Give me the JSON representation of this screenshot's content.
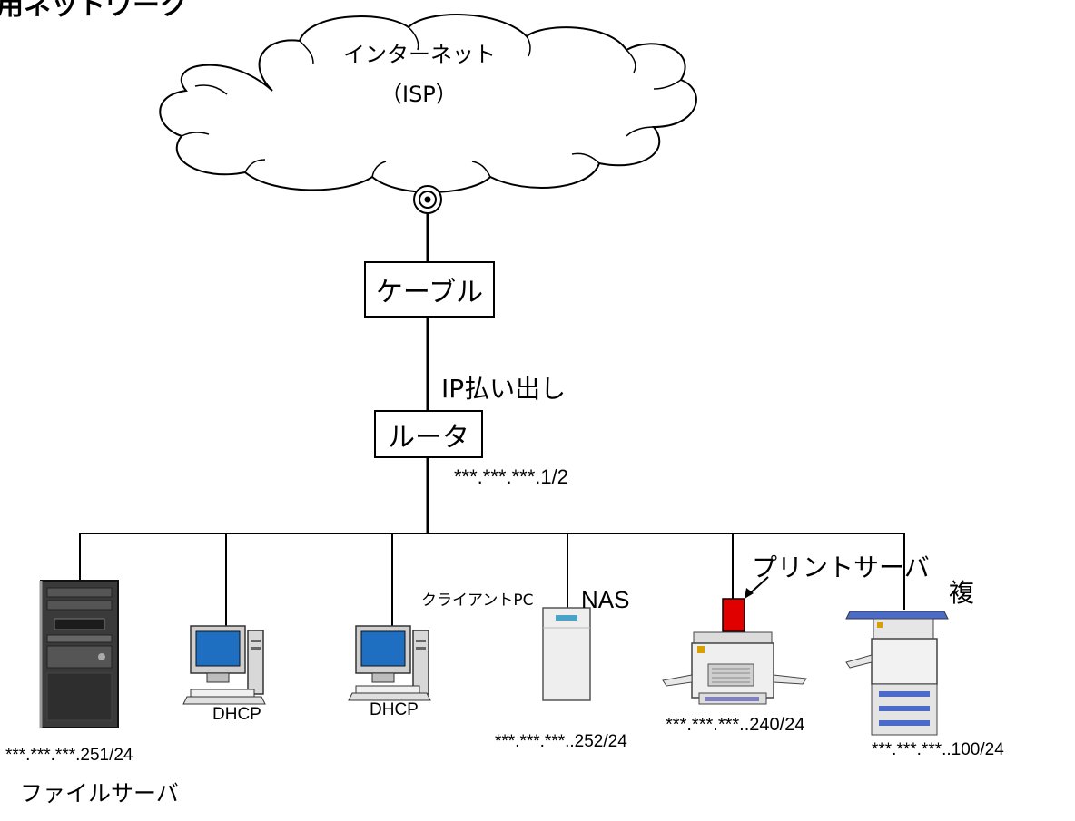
{
  "title": "用ネットワーク",
  "cloud": {
    "line1": "インターネット",
    "line2": "（ISP）"
  },
  "cable_box": "ケーブル",
  "ip_out_label": "IP払い出し",
  "router_box": "ルータ",
  "router_ip": "***.***.***.1/2",
  "devices": {
    "file_server": {
      "label": "ファイルサーバ",
      "ip": "***.***.***.251/24"
    },
    "dhcp1": {
      "label": "DHCP"
    },
    "dhcp2": {
      "label": "DHCP"
    },
    "client_pc_label": "クライアントPC",
    "nas": {
      "label": "NAS",
      "ip": "***.***.***..252/24"
    },
    "print_server": {
      "label": "プリントサーバ",
      "ip": "***.***.***..240/24"
    },
    "copier": {
      "label": "複",
      "ip": "***.***.***..100/24"
    }
  },
  "colors": {
    "line": "#000000",
    "monitor_screen": "#1e6fc2",
    "print_server": "#e00000",
    "nas_accent": "#4aa3c8",
    "copier_tray": "#4a6cc8"
  }
}
